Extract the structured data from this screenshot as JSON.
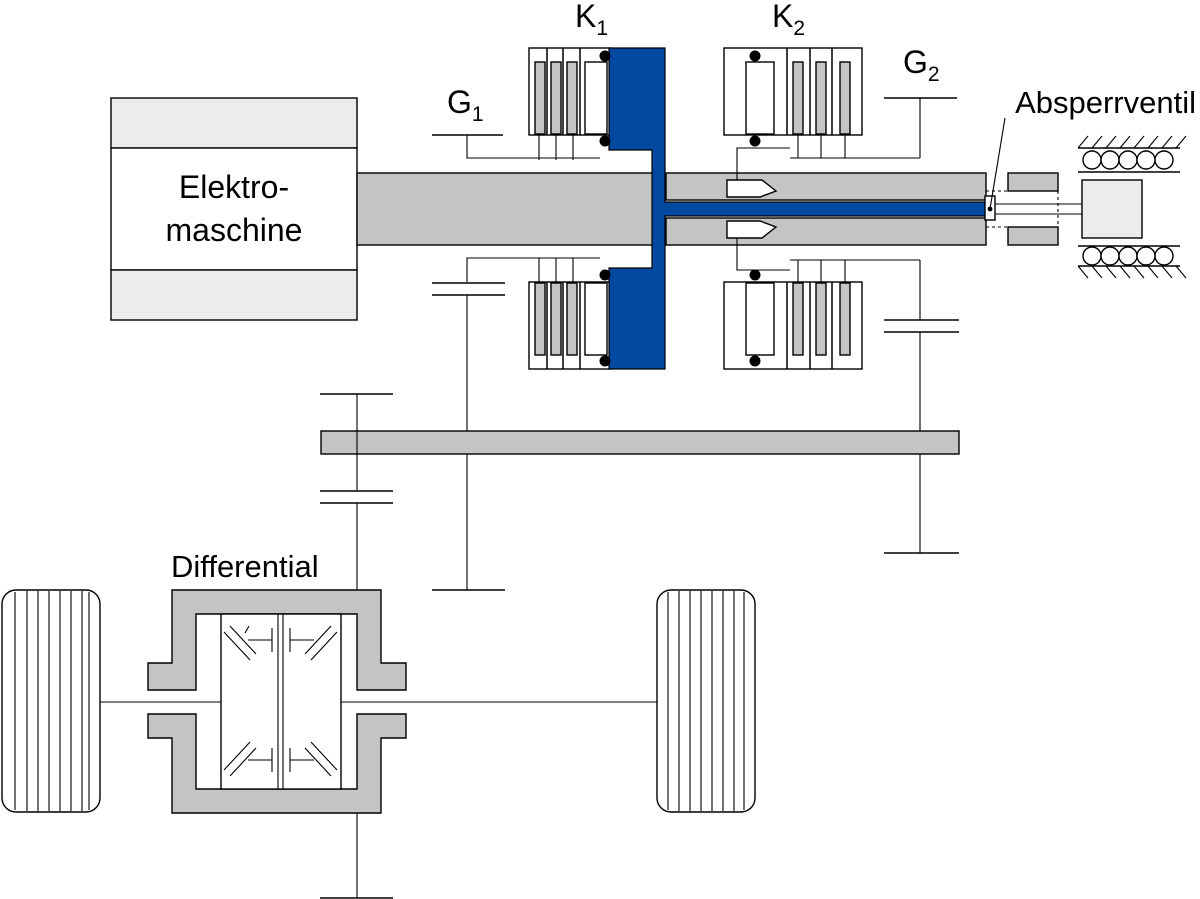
{
  "labels": {
    "motor_line1": "Elektro-",
    "motor_line2": "maschine",
    "k1": "K",
    "k1_sub": "1",
    "k2": "K",
    "k2_sub": "2",
    "g1": "G",
    "g1_sub": "1",
    "g2": "G",
    "g2_sub": "2",
    "valve": "Absperrventil",
    "differential": "Differential"
  },
  "colors": {
    "oil_channel": "#0048a0",
    "part_fill": "#c4c4c4",
    "outline": "#000000"
  }
}
